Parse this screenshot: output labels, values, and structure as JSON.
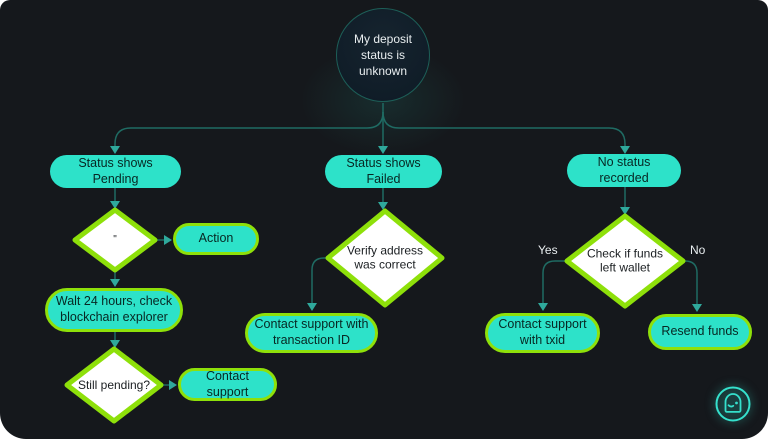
{
  "diagram": {
    "type": "flowchart",
    "nodes": {
      "start": {
        "label": "My deposit status is unknown",
        "shape": "circle"
      },
      "pending": {
        "label": "Status shows Pending",
        "shape": "pill"
      },
      "failed": {
        "label": "Status shows Failed",
        "shape": "pill"
      },
      "no_status": {
        "label": "No status recorded",
        "shape": "pill"
      },
      "quote_decision": {
        "label": "\"",
        "shape": "diamond"
      },
      "action": {
        "label": "Action",
        "shape": "pill"
      },
      "wait": {
        "label": "Walt 24 hours, check blockchain explorer",
        "shape": "pill"
      },
      "still_pending": {
        "label": "Still pending?",
        "shape": "diamond"
      },
      "contact_support": {
        "label": "Contact support",
        "shape": "pill"
      },
      "verify_address": {
        "label": "Verify address was correct",
        "shape": "diamond"
      },
      "contact_support_txn": {
        "label": "Contact support with transaction ID",
        "shape": "pill"
      },
      "check_funds": {
        "label": "Check if funds left wallet",
        "shape": "diamond"
      },
      "contact_support_txid": {
        "label": "Contact support with txid",
        "shape": "pill"
      },
      "resend_funds": {
        "label": "Resend funds",
        "shape": "pill"
      }
    },
    "edge_labels": {
      "yes": "Yes",
      "no": "No"
    },
    "edges": [
      {
        "from": "start",
        "to": "pending"
      },
      {
        "from": "start",
        "to": "failed"
      },
      {
        "from": "start",
        "to": "no_status"
      },
      {
        "from": "pending",
        "to": "quote_decision"
      },
      {
        "from": "quote_decision",
        "to": "action"
      },
      {
        "from": "quote_decision",
        "to": "wait"
      },
      {
        "from": "wait",
        "to": "still_pending"
      },
      {
        "from": "still_pending",
        "to": "contact_support"
      },
      {
        "from": "failed",
        "to": "verify_address"
      },
      {
        "from": "verify_address",
        "to": "contact_support_txn"
      },
      {
        "from": "no_status",
        "to": "check_funds"
      },
      {
        "from": "check_funds",
        "to": "contact_support_txid",
        "label": "Yes"
      },
      {
        "from": "check_funds",
        "to": "resend_funds",
        "label": "No"
      }
    ]
  },
  "chat_button": {
    "icon": "chatbot-avatar-icon"
  },
  "colors": {
    "background": "#15181c",
    "teal_fill": "#2de2c9",
    "teal_text": "#072723",
    "lime_border": "#8ee00a",
    "diamond_fill": "#ffffff",
    "diamond_text": "#1b1f22",
    "connector": "#1f6b63",
    "arrowhead": "#2fa99c",
    "circle_border": "#1d5f58",
    "circle_fill": "#101d28",
    "light_text": "#e9eef0",
    "chat_icon": "#35e0cc"
  }
}
